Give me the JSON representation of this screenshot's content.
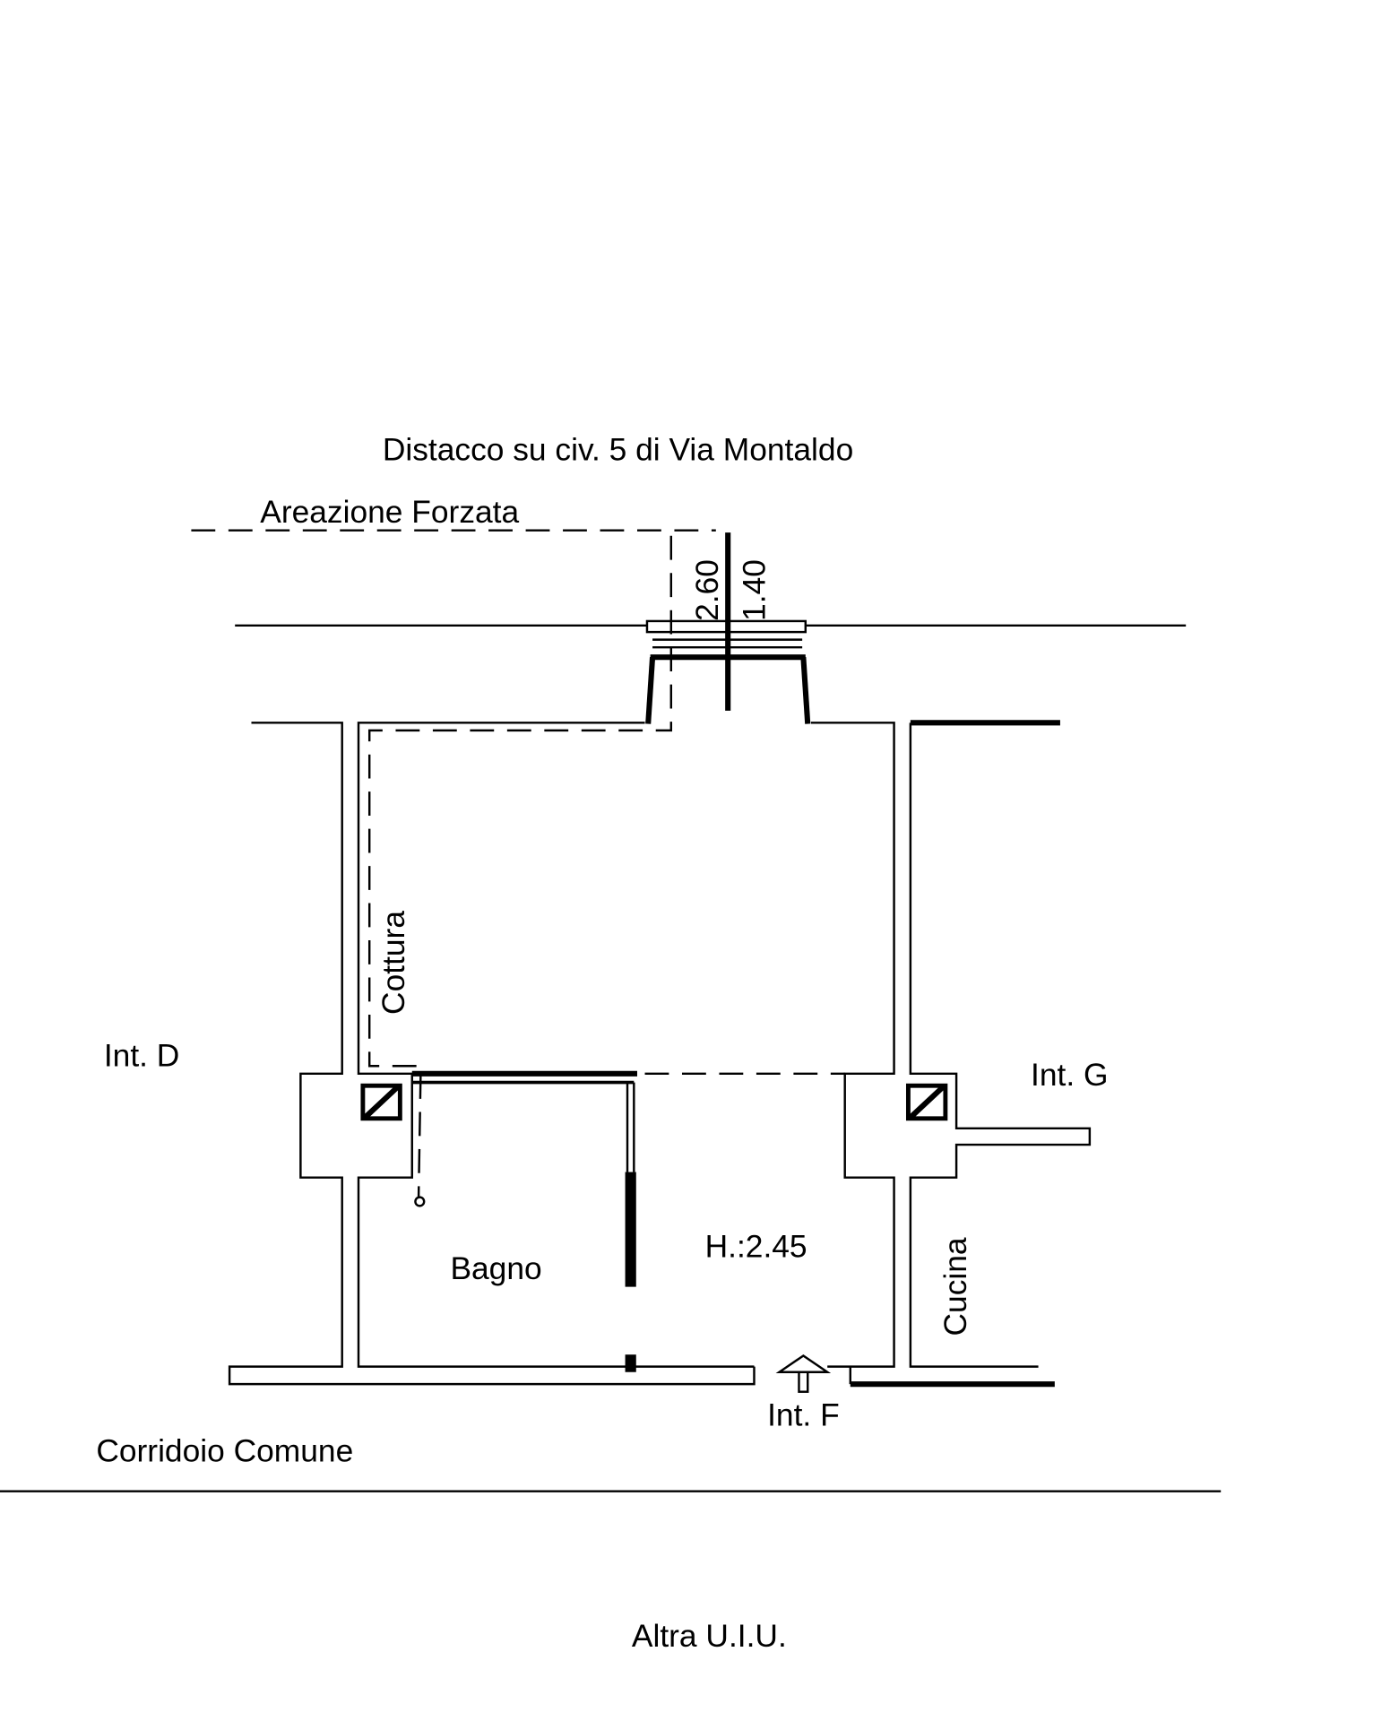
{
  "plan": {
    "title": "Distacco su civ. 5 di Via Montaldo",
    "ventilation_label": "Areazione Forzata",
    "dimension_1": "2.60",
    "dimension_2": "1.40",
    "left_unit": "Int. D",
    "right_unit": "Int. G",
    "entrance_unit": "Int. F",
    "room_cooking": "Cottura",
    "room_bath": "Bagno",
    "room_kitchen": "Cucina",
    "height_label": "H.:2.45",
    "corridor_label": "Corridoio Comune",
    "other_unit_label": "Altra U.I.U."
  }
}
